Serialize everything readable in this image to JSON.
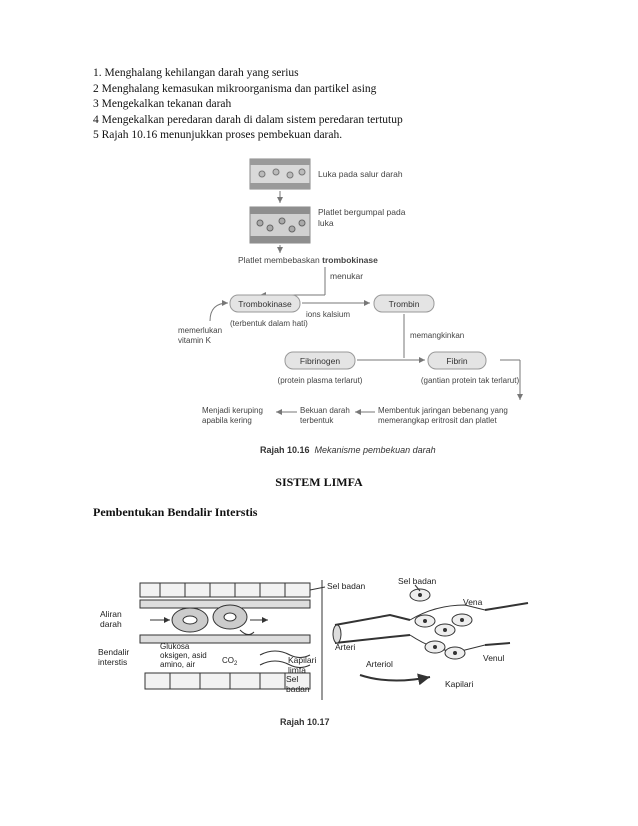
{
  "list_items": [
    "1. Menghalang kehilangan darah yang serius",
    "2 Menghalang kemasukan mikroorganisma dan partikel asing",
    "3 Mengekalkan tekanan darah",
    "4 Mengekalkan peredaran darah di dalam sistem peredaran tertutup",
    "5 Rajah 10.16 menunjukkan proses pembekuan darah."
  ],
  "fig1": {
    "luka": "Luka pada salur darah",
    "platlet_line1": "Platlet bergumpal pada",
    "platlet_line2": "luka",
    "membebaskan_prefix": "Platlet membebaskan ",
    "membebaskan_bold": "trombokinase",
    "menukar": "menukar",
    "trombokinase": "Trombokinase",
    "trombokinase_note": "(terbentuk dalam hati)",
    "ions": "ions kalsium",
    "trombin": "Trombin",
    "vitk_line1": "memerlukan",
    "vitk_line2": "vitamin K",
    "memangkinkan": "memangkinkan",
    "fibrinogen": "Fibrinogen",
    "fibrinogen_note": "(protein plasma terlarut)",
    "fibrin": "Fibrin",
    "fibrin_note": "(gantian protein tak terlarut)",
    "keruping_line1": "Menjadi keruping",
    "keruping_line2": "apabila kering",
    "bekuan_line1": "Bekuan darah",
    "bekuan_line2": "terbentuk",
    "jaringan_line1": "Membentuk jaringan bebenang yang",
    "jaringan_line2": "memerangkap eritrosit dan platlet",
    "caption_num": "Rajah 10.16",
    "caption_text": "Mekanisme pembekuan darah"
  },
  "heading_center": "SISTEM LIMFA",
  "heading_left": "Pembentukan Bendalir Interstis",
  "fig2": {
    "sel_badan_top": "Sel badan",
    "aliran_line1": "Aliran",
    "aliran_line2": "darah",
    "bendalir_line1": "Bendalir",
    "bendalir_line2": "interstis",
    "glukosa_line1": "Glukosa",
    "glukosa_line2": "oksigen, asid",
    "glukosa_line3": "amino, air",
    "co2": "CO",
    "co2_sub": "2",
    "kapilari_limfa_line1": "Kapilari",
    "kapilari_limfa_line2": "limfa",
    "sel_badan_bottom_line1": "Sel",
    "sel_badan_bottom_line2": "badan",
    "sel_badan_right": "Sel badan",
    "vena": "Vena",
    "arteri": "Arteri",
    "arteriol": "Arteriol",
    "venul": "Venul",
    "kapilari": "Kapilari",
    "caption": "Rajah 10.17"
  }
}
